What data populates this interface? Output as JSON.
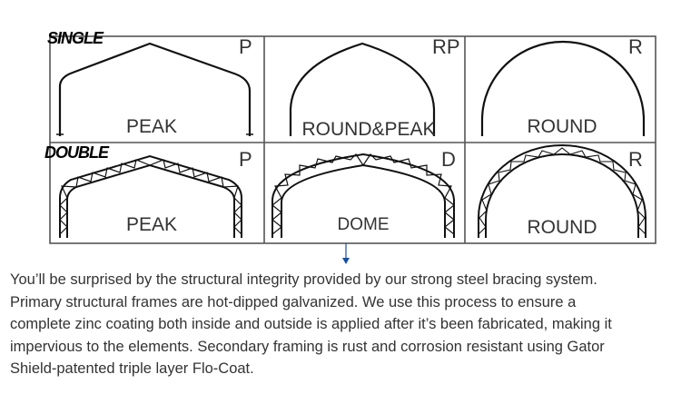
{
  "diagram": {
    "rows": [
      {
        "label": "SINGLE",
        "cells": [
          {
            "code": "P",
            "name": "PEAK"
          },
          {
            "code": "RP",
            "name": "ROUND&PEAK"
          },
          {
            "code": "R",
            "name": "ROUND"
          }
        ]
      },
      {
        "label": "DOUBLE",
        "cells": [
          {
            "code": "P",
            "name": "PEAK"
          },
          {
            "code": "D",
            "name": "DOME"
          },
          {
            "code": "R",
            "name": "ROUND"
          }
        ]
      }
    ]
  },
  "text": {
    "lines": [
      "You’ll be surprised by the structural integrity provided by our strong steel bracing system.",
      "Primary structural frames are hot-dipped galvanized. We use this process to ensure a",
      "complete zinc coating both inside and outside is applied after it’s been fabricated, making it",
      "impervious to the elements. Secondary framing is rust and corrosion resistant using Gator",
      "Shield-patented triple layer Flo-Coat."
    ]
  }
}
